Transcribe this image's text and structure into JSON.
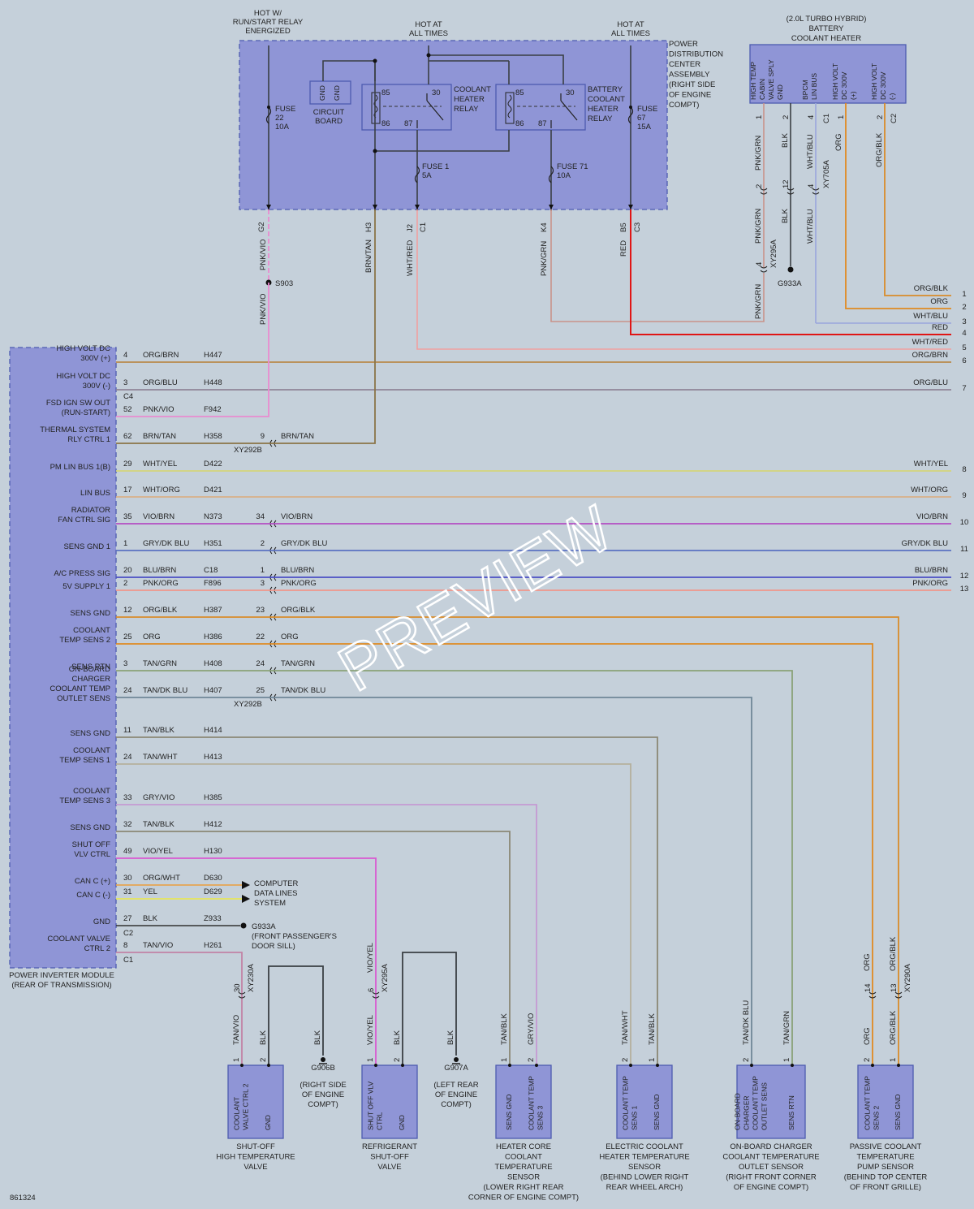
{
  "figure_id": "861324",
  "watermark": "PREVIEW",
  "top_labels": [
    {
      "lines": [
        "HOT W/",
        "RUN/START RELAY",
        "ENERGIZED"
      ]
    },
    {
      "lines": [
        "HOT AT",
        "ALL TIMES"
      ]
    },
    {
      "lines": [
        "HOT AT",
        "ALL TIMES"
      ]
    }
  ],
  "pdc": {
    "lines": [
      "POWER",
      "DISTRIBUTION",
      "CENTER",
      "ASSEMBLY",
      "(RIGHT SIDE",
      "OF ENGINE",
      "COMPT)"
    ],
    "circuit_board": [
      "CIRCUIT",
      "BOARD"
    ],
    "gnd": "GND",
    "coolant_relay": [
      "COOLANT",
      "HEATER",
      "RELAY"
    ],
    "battery_relay": [
      "BATTERY",
      "COOLANT",
      "HEATER",
      "RELAY"
    ],
    "relay_pins": [
      "85",
      "30",
      "86",
      "87"
    ],
    "fuse22": [
      "FUSE",
      "22",
      "10A"
    ],
    "fuse67": [
      "FUSE",
      "67",
      "15A"
    ],
    "fuse1": [
      "FUSE 1",
      "5A"
    ],
    "fuse71": [
      "FUSE 71",
      "10A"
    ],
    "pins": [
      "G2",
      "H3",
      "J2",
      "C1",
      "K4",
      "B5",
      "C3"
    ]
  },
  "heater": {
    "title": [
      "(2.0L TURBO HYBRID)",
      "BATTERY",
      "COOLANT HEATER"
    ],
    "pins": [
      {
        "lines": [
          "HIGH TEMP",
          "CABIN",
          "VALVE SPLY"
        ],
        "pin": "1",
        "wire": "PNK/GRN"
      },
      {
        "lines": [
          "GND"
        ],
        "pin": "2",
        "wire": "BLK"
      },
      {
        "lines": [
          "BPCM",
          "LIN BUS"
        ],
        "pin": "4",
        "wire": "WHT/BLU"
      },
      {
        "lines": [
          "HIGH VOLT",
          "DC 300V",
          "(+)"
        ],
        "pin": "1",
        "wire": "ORG"
      },
      {
        "lines": [
          "HIGH VOLT",
          "DC 300V",
          "(-)"
        ],
        "pin": "2",
        "wire": "ORG/BLK"
      }
    ],
    "c1": "C1",
    "c2": "C2",
    "xy705a": "XY705A",
    "xy295a": "XY295A",
    "g933a": "G933A",
    "pin12": "12"
  },
  "pdc_wires": [
    "PNK/VIO",
    "BRN/TAN",
    "WHT/RED",
    "PNK/GRN",
    "RED"
  ],
  "s903": "S903",
  "right_wires": [
    {
      "label": "ORG/BLK",
      "num": "1"
    },
    {
      "label": "ORG",
      "num": "2"
    },
    {
      "label": "WHT/BLU",
      "num": "3"
    },
    {
      "label": "RED",
      "num": "4"
    },
    {
      "label": "WHT/RED",
      "num": "5"
    },
    {
      "label": "ORG/BRN",
      "num": "6"
    },
    {
      "label": "ORG/BLU",
      "num": "7"
    },
    {
      "label": "WHT/YEL",
      "num": "8"
    },
    {
      "label": "WHT/ORG",
      "num": "9"
    },
    {
      "label": "VIO/BRN",
      "num": "10"
    },
    {
      "label": "GRY/DK BLU",
      "num": "11"
    },
    {
      "label": "BLU/BRN",
      "num": "12"
    },
    {
      "label": "PNK/ORG",
      "num": "13"
    }
  ],
  "module": {
    "name": [
      "POWER INVERTER MODULE",
      "(REAR OF TRANSMISSION)"
    ],
    "rows": [
      {
        "desc": [
          "HIGH VOLT DC",
          "300V (+)"
        ],
        "pin": "4",
        "wire": "ORG/BRN",
        "circuit": "H447"
      },
      {
        "desc": [
          "HIGH VOLT DC",
          "300V (-)"
        ],
        "pin": "3",
        "wire": "ORG/BLU",
        "circuit": "H448"
      },
      {
        "desc": [
          "FSD IGN SW OUT",
          "(RUN-START)"
        ],
        "pin": "52",
        "wire": "PNK/VIO",
        "circuit": "F942"
      },
      {
        "desc": [
          "THERMAL SYSTEM",
          "RLY CTRL 1"
        ],
        "pin": "62",
        "wire": "BRN/TAN",
        "circuit": "H358",
        "cpin": "9",
        "cwire": "BRN/TAN"
      },
      {
        "desc": [
          "PM LIN BUS 1(B)"
        ],
        "pin": "29",
        "wire": "WHT/YEL",
        "circuit": "D422"
      },
      {
        "desc": [
          "LIN BUS"
        ],
        "pin": "17",
        "wire": "WHT/ORG",
        "circuit": "D421"
      },
      {
        "desc": [
          "RADIATOR",
          "FAN CTRL SIG"
        ],
        "pin": "35",
        "wire": "VIO/BRN",
        "circuit": "N373",
        "cpin": "34",
        "cwire": "VIO/BRN"
      },
      {
        "desc": [
          "SENS GND 1"
        ],
        "pin": "1",
        "wire": "GRY/DK BLU",
        "circuit": "H351",
        "cpin": "2",
        "cwire": "GRY/DK BLU"
      },
      {
        "desc": [
          "A/C PRESS SIG"
        ],
        "pin": "20",
        "wire": "BLU/BRN",
        "circuit": "C18",
        "cpin": "1",
        "cwire": "BLU/BRN"
      },
      {
        "desc": [
          "5V SUPPLY 1"
        ],
        "pin": "2",
        "wire": "PNK/ORG",
        "circuit": "F896",
        "cpin": "3",
        "cwire": "PNK/ORG"
      },
      {
        "desc": [
          "SENS GND"
        ],
        "pin": "12",
        "wire": "ORG/BLK",
        "circuit": "H387",
        "cpin": "23",
        "cwire": "ORG/BLK"
      },
      {
        "desc": [
          "COOLANT",
          "TEMP SENS 2"
        ],
        "pin": "25",
        "wire": "ORG",
        "circuit": "H386",
        "cpin": "22",
        "cwire": "ORG"
      },
      {
        "desc": [
          "SENS RTN"
        ],
        "pin": "3",
        "wire": "TAN/GRN",
        "circuit": "H408",
        "cpin": "24",
        "cwire": "TAN/GRN"
      },
      {
        "desc": [
          "ON-BOARD",
          "CHARGER",
          "COOLANT TEMP",
          "OUTLET SENS"
        ],
        "pin": "24",
        "wire": "TAN/DK BLU",
        "circuit": "H407",
        "cpin": "25",
        "cwire": "TAN/DK BLU"
      },
      {
        "desc": [
          "SENS GND"
        ],
        "pin": "11",
        "wire": "TAN/BLK",
        "circuit": "H414"
      },
      {
        "desc": [
          "COOLANT",
          "TEMP SENS 1"
        ],
        "pin": "24",
        "wire": "TAN/WHT",
        "circuit": "H413"
      },
      {
        "desc": [
          "COOLANT",
          "TEMP SENS 3"
        ],
        "pin": "33",
        "wire": "GRY/VIO",
        "circuit": "H385"
      },
      {
        "desc": [
          "SENS GND"
        ],
        "pin": "32",
        "wire": "TAN/BLK",
        "circuit": "H412"
      },
      {
        "desc": [
          "SHUT OFF",
          "VLV CTRL"
        ],
        "pin": "49",
        "wire": "VIO/YEL",
        "circuit": "H130"
      },
      {
        "desc": [
          "CAN C (+)"
        ],
        "pin": "30",
        "wire": "ORG/WHT",
        "circuit": "D630"
      },
      {
        "desc": [
          "CAN C (-)"
        ],
        "pin": "31",
        "wire": "YEL",
        "circuit": "D629"
      },
      {
        "desc": [
          "GND"
        ],
        "pin": "27",
        "wire": "BLK",
        "circuit": "Z933"
      },
      {
        "desc": [
          "COOLANT VALVE",
          "CTRL 2"
        ],
        "pin": "8",
        "wire": "TAN/VIO",
        "circuit": "H261"
      }
    ],
    "c4": "C4",
    "c2": "C2",
    "c1": "C1",
    "xy292b": "XY292B",
    "data_lines": [
      "COMPUTER",
      "DATA LINES",
      "SYSTEM"
    ],
    "g933a": [
      "G933A",
      "(FRONT PASSENGER'S",
      "DOOR SILL)"
    ]
  },
  "connectors": [
    {
      "pin": "30",
      "id": "XY230A"
    },
    {
      "pin": "6",
      "id": "XY295A"
    },
    {
      "pin": "14",
      "id": ""
    },
    {
      "pin": "13",
      "id": "XY290A"
    }
  ],
  "vert_wires": {
    "tanvio": "TAN/VIO",
    "vioyel": "VIO/YEL",
    "blk": "BLK",
    "tanblk": "TAN/BLK",
    "gryvio": "GRY/VIO",
    "tanwht": "TAN/WHT",
    "tandkblu": "TAN/DK BLU",
    "tangrn": "TAN/GRN",
    "org": "ORG",
    "orgblk": "ORG/BLK"
  },
  "grounds": [
    {
      "name": "G906B",
      "lines": [
        "(RIGHT SIDE",
        "OF ENGINE",
        "COMPT)"
      ]
    },
    {
      "name": "G907A",
      "lines": [
        "(LEFT REAR",
        "OF ENGINE",
        "COMPT)"
      ]
    }
  ],
  "components": [
    {
      "pins": [
        "COOLANT VALVE CTRL 2",
        "GND"
      ],
      "pinnums": [
        "1",
        "2"
      ],
      "name": [
        "SHUT-OFF",
        "HIGH TEMPERATURE",
        "VALVE"
      ]
    },
    {
      "pins": [
        "SHUT OFF VLV CTRL",
        "GND"
      ],
      "pinnums": [
        "1",
        "2"
      ],
      "name": [
        "REFRIGERANT",
        "SHUT-OFF",
        "VALVE"
      ]
    },
    {
      "pins": [
        "SENS GND",
        "COOLANT TEMP SENS 3"
      ],
      "pinnums": [
        "1",
        "2"
      ],
      "name": [
        "HEATER CORE",
        "COOLANT",
        "TEMPERATURE",
        "SENSOR",
        "(LOWER RIGHT REAR",
        "CORNER OF ENGINE COMPT)"
      ]
    },
    {
      "pins": [
        "COOLANT TEMP SENS 1",
        "SENS GND"
      ],
      "pinnums": [
        "2",
        "1"
      ],
      "name": [
        "ELECTRIC COOLANT",
        "HEATER TEMPERATURE",
        "SENSOR",
        "(BEHIND LOWER RIGHT",
        "REAR WHEEL ARCH)"
      ]
    },
    {
      "pins": [
        "ON-BOARD CHARGER COOLANT TEMP OUTLET SENS",
        "SENS RTN"
      ],
      "pinnums": [
        "2",
        "1"
      ],
      "name": [
        "ON-BOARD CHARGER",
        "COOLANT TEMPERATURE",
        "OUTLET SENSOR",
        "(RIGHT FRONT CORNER",
        "OF ENGINE COMPT)"
      ]
    },
    {
      "pins": [
        "COOLANT TEMP SENS 2",
        "SENS GND"
      ],
      "pinnums": [
        "2",
        "1"
      ],
      "name": [
        "PASSIVE COOLANT",
        "TEMPERATURE",
        "PUMP SENSOR",
        "(BEHIND TOP CENTER",
        "OF FRONT GRILLE)"
      ]
    }
  ],
  "colors": {
    "box_fill": "#8f95d6",
    "box_stroke": "#4d5bb0",
    "bg": "#c5d0da",
    "wire_dark": "#3a3f44"
  }
}
